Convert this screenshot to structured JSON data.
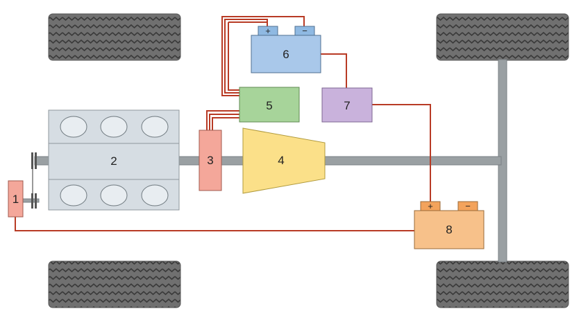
{
  "colors": {
    "tire": "#6f6f6f",
    "tire_tread": "#3b3b3b",
    "shaft": "#9aa0a3",
    "shaft_stroke": "#7a8084",
    "wire": "#b83a24",
    "engine": "#d6dde3",
    "engine_stroke": "#8f979c",
    "cylinder": "#e8edf1",
    "c1": "#f4a79a",
    "c3": "#f4a79a",
    "c4": "#fbe089",
    "c5": "#a7d49a",
    "c6": "#a9c8ea",
    "c7": "#c9b2dc",
    "c8": "#f7c18a",
    "terminal": "#f3a35c",
    "battery6_terminal": "#8fb9e2"
  },
  "components": {
    "c1": {
      "label": "1"
    },
    "c2": {
      "label": "2"
    },
    "c3": {
      "label": "3"
    },
    "c4": {
      "label": "4"
    },
    "c5": {
      "label": "5"
    },
    "c6": {
      "label": "6",
      "plus": "+",
      "minus": "−"
    },
    "c7": {
      "label": "7"
    },
    "c8": {
      "label": "8",
      "plus": "+",
      "minus": "−"
    }
  }
}
